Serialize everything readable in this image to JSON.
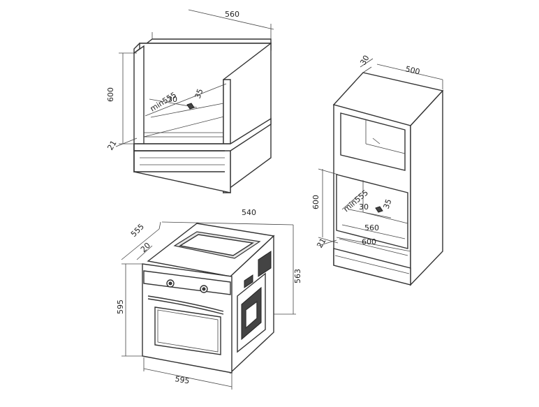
{
  "diagram": {
    "base_cabinet": {
      "width": "560",
      "height": "600",
      "min_depth": "min555",
      "dim_30": "30",
      "dim_35": "35",
      "bottom": "21"
    },
    "tall_cabinet": {
      "top_thickness": "30",
      "depth": "500",
      "height": "600",
      "min_depth": "min555",
      "dim_30": "30",
      "dim_35": "35",
      "inner_width": "560",
      "outer_width": "600",
      "bottom": "21"
    },
    "oven": {
      "depth_top": "540",
      "depth_side": "555",
      "front_panel": "20",
      "height_left": "595",
      "height_right": "563",
      "width_bottom": "595"
    }
  }
}
